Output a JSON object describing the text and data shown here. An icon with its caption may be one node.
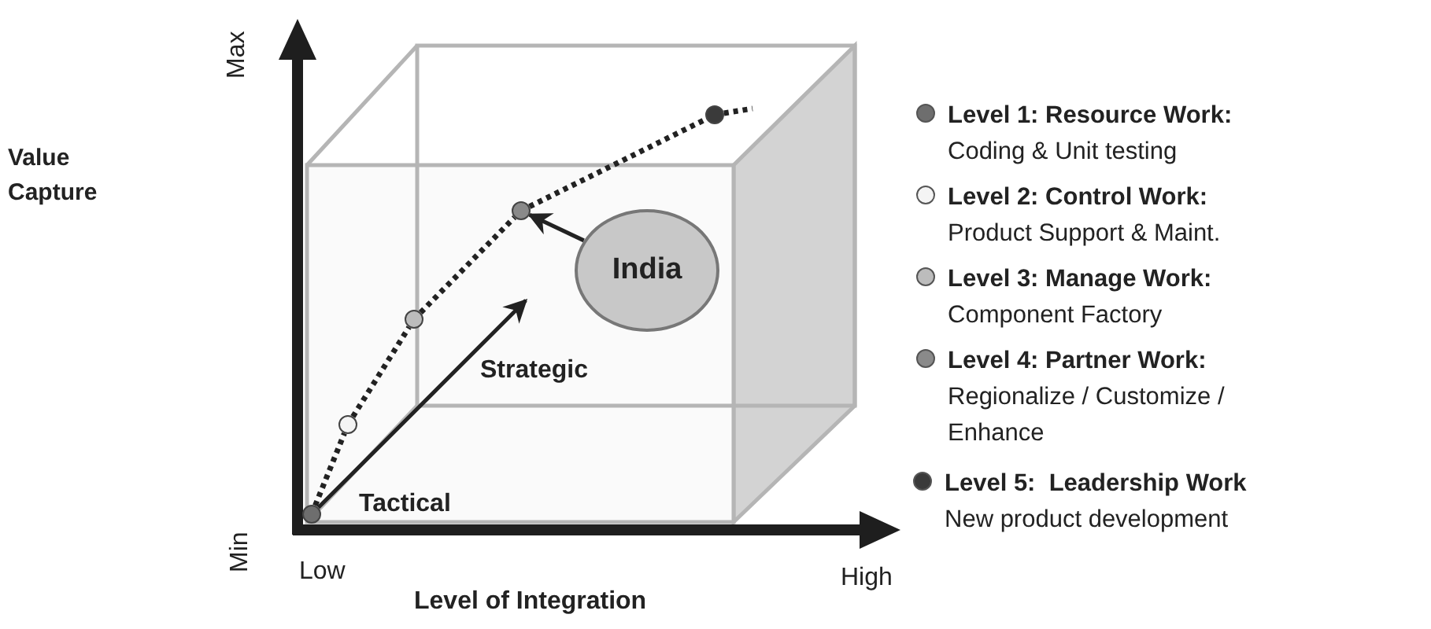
{
  "diagram": {
    "nodes": [
      {
        "text": [],
        "shape": "circle"
      },
      {
        "text": [],
        "shape": "circle"
      },
      {
        "text": [],
        "shape": "circle"
      },
      {
        "text": [],
        "shape": "circle"
      },
      {
        "text": [],
        "shape": "circle"
      },
      {
        "text": [
          "India"
        ]
      }
    ],
    "edges": [
      {
        "from": 0,
        "to": 1,
        "arrow": "none",
        "style": "dashed"
      },
      {
        "from": 1,
        "to": 2,
        "arrow": "none",
        "style": "dashed"
      },
      {
        "from": 2,
        "to": 3,
        "arrow": "none",
        "style": "dashed"
      },
      {
        "from": 3,
        "to": 4,
        "arrow": "none",
        "style": "dashed"
      },
      {
        "from": 4,
        "to": null,
        "arrow": "none",
        "style": "dashed"
      },
      {
        "from": 5,
        "to": 3,
        "arrow": "to"
      },
      {
        "from": 0,
        "to": null,
        "arrow": "to"
      }
    ],
    "labels": [
      "Value Capture",
      "Max",
      "Min",
      "Low",
      "High",
      "Level of Integration",
      "Strategic",
      "Tactical"
    ],
    "legend": [
      {
        "text": "**Level 1: Resource Work:** Coding & Unit testing",
        "color": "#6e6e6e"
      },
      {
        "text": "**Level 2: Control Work:** Product Support & Maint.",
        "color": "#f4f4f4"
      },
      {
        "text": "**Level 3: Manage Work:** Component Factory",
        "color": "#bcbcbc"
      },
      {
        "text": "**Level 4: Partner Work:** Regionalize / Customize / Enhance",
        "color": "#8a8a8a"
      },
      {
        "text": "**Level 5:  Leadership Work** New product development",
        "color": "#3a3a3a"
      }
    ]
  }
}
